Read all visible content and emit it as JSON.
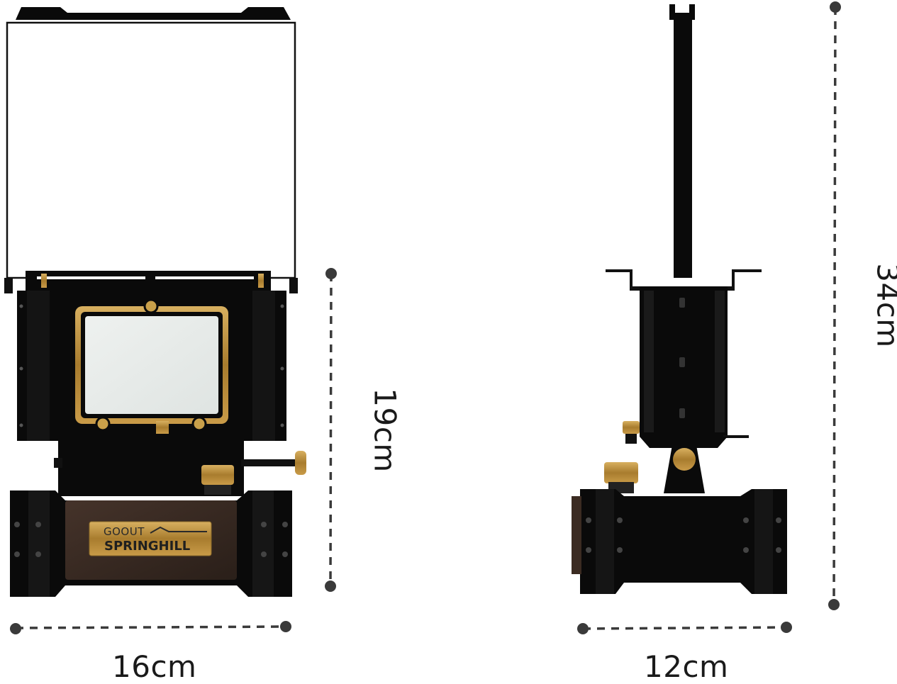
{
  "image": {
    "kind": "product dimension diagram",
    "subject": "lantern",
    "views": [
      "front",
      "side"
    ]
  },
  "brand_plate": {
    "line1": "GOOUT",
    "line2": "SPRINGHILL",
    "plate_color": "#c9a04a",
    "wood_color": "#3b2b22"
  },
  "dimensions": {
    "front_width": "16cm",
    "front_height": "19cm",
    "side_width": "12cm",
    "side_height": "34cm"
  },
  "colors": {
    "body": "#0a0a0a",
    "brass": "#b8913f",
    "screen": "#e8ecea",
    "guide": "#3a3a3a"
  }
}
